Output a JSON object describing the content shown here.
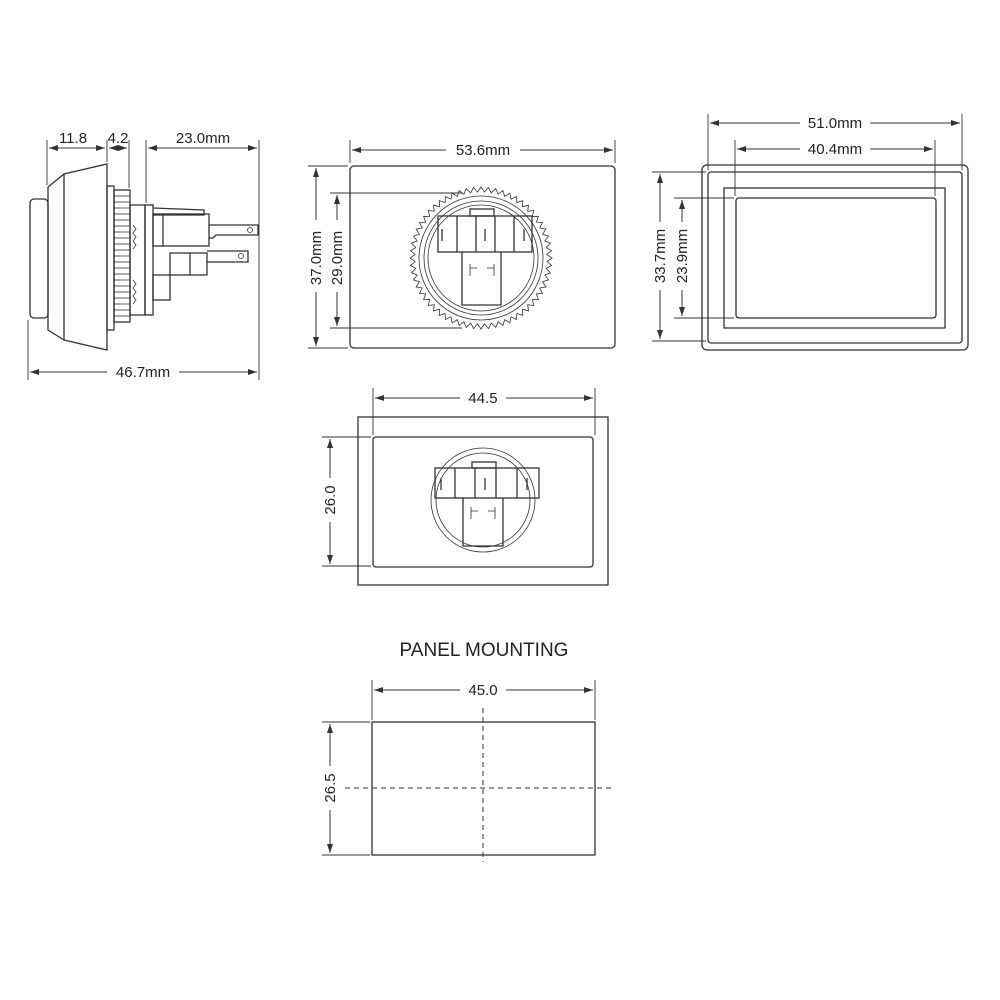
{
  "side_view": {
    "front_depth": "11.8",
    "flange_depth": "4.2",
    "body_depth": "23.0mm",
    "total_depth": "46.7mm"
  },
  "rear_view": {
    "width": "53.6mm",
    "height": "37.0mm",
    "inner_height": "29.0mm"
  },
  "front_view": {
    "outer_width": "51.0mm",
    "inner_width": "40.4mm",
    "outer_height": "33.7mm",
    "inner_height": "23.9mm"
  },
  "rear_body_view": {
    "width": "44.5",
    "height": "26.0"
  },
  "panel_mounting": {
    "title": "PANEL MOUNTING",
    "width": "45.0",
    "height": "26.5"
  }
}
